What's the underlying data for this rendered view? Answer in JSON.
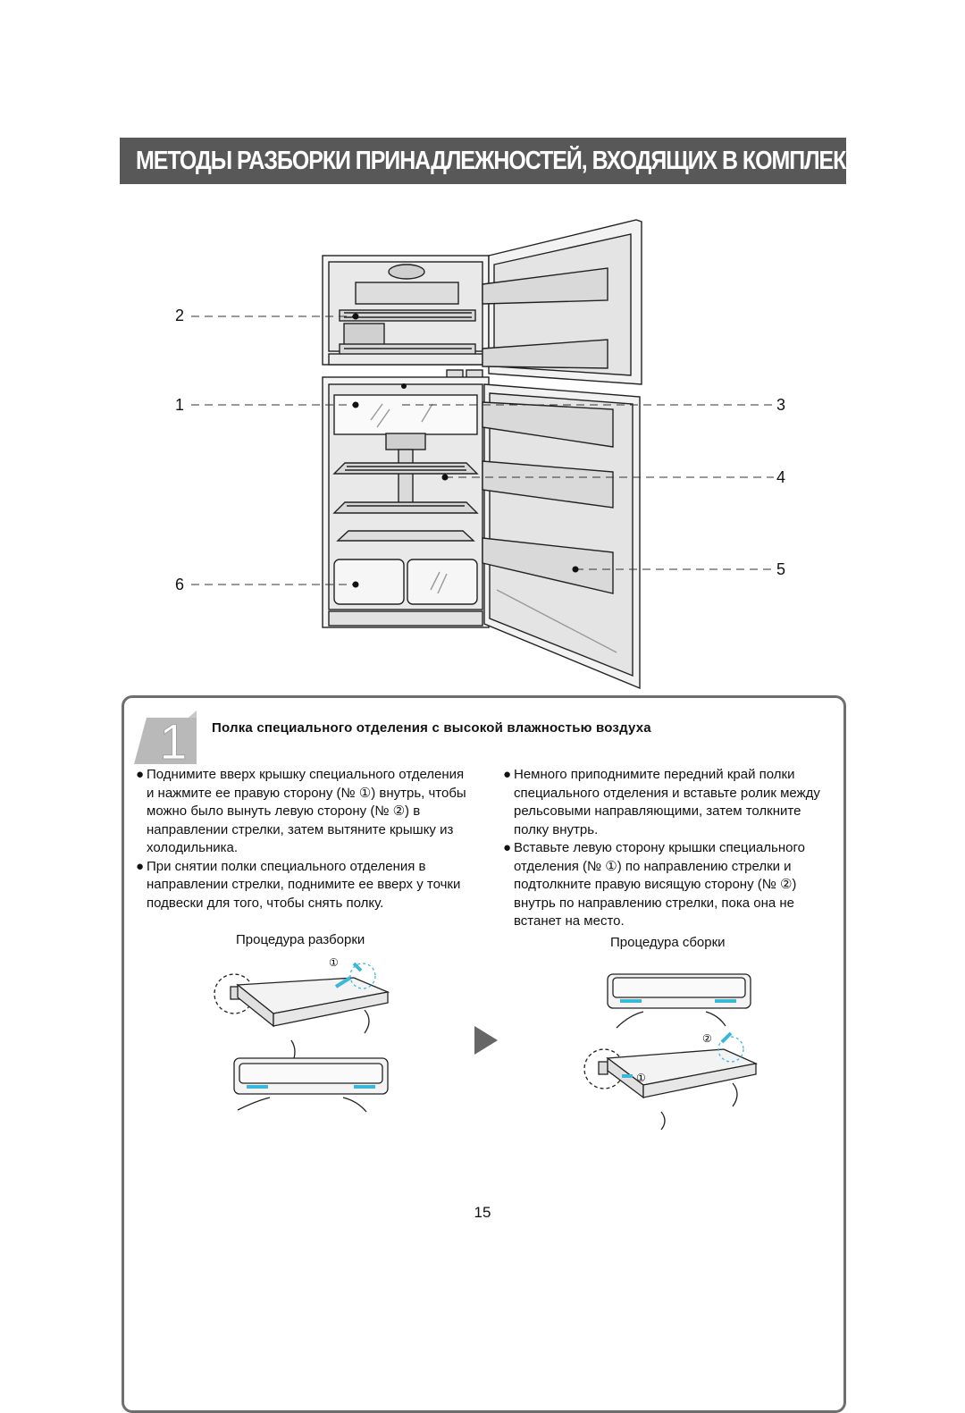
{
  "header": {
    "title": "МЕТОДЫ РАЗБОРКИ ПРИНАДЛЕЖНОСТЕЙ, ВХОДЯЩИХ В КОМПЛЕКТ ХОЛОДИЛЬНИКА"
  },
  "diagram": {
    "callouts": [
      "1",
      "2",
      "3",
      "4",
      "5",
      "6"
    ]
  },
  "section": {
    "number": "1",
    "title": "Полка специального отделения с высокой влажностью воздуха",
    "left_bullets": [
      "Поднимите вверх крышку специального отделения и нажмите ее правую сторону (№ ①) внутрь, чтобы можно было вынуть левую сторону (№ ②) в направлении стрелки, затем вытяните крышку из холодильника.",
      "При снятии полки специального отделения в направлении стрелки, поднимите ее вверх у точки подвески для того, чтобы снять полку."
    ],
    "right_bullets": [
      "Немного приподнимите передний край полки специального отделения и вставьте ролик между рельсовыми направляющими, затем толкните полку внутрь.",
      "Вставьте левую сторону крышки специального отделения (№ ①) по направлению стрелки и подтолкните правую висящую сторону (№ ②) внутрь по направлению стрелки, пока она не встанет на место."
    ],
    "disassembly_caption": "Процедура разборки",
    "assembly_caption": "Процедура сборки",
    "marker_1": "①",
    "marker_2": "②"
  },
  "page_number": "15",
  "colors": {
    "banner": "#585858",
    "accent": "#3bb8d8",
    "border": "#6e6e6e"
  }
}
